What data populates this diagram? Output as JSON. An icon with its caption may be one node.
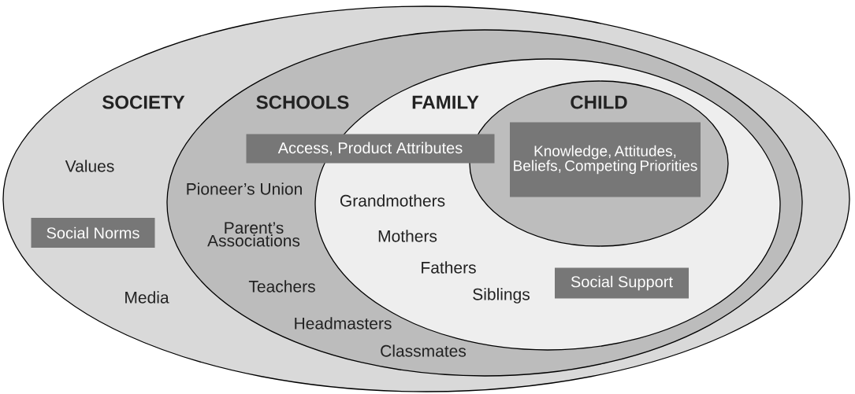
{
  "diagram": {
    "nodes": [
      {
        "text": [
          "SOCIETY",
          "Values",
          "Media"
        ]
      },
      {
        "text": [
          "Social Norms"
        ],
        "in": 0
      },
      {
        "text": [
          "SCHOOLS",
          "Pioneer’s Union",
          "Parent’s Associations",
          "Teachers",
          "Headmasters",
          "Classmates"
        ],
        "in": 0
      },
      {
        "text": [
          "Access, Product Attributes"
        ],
        "in": 2
      },
      {
        "text": [
          "FAMILY",
          "Grandmothers",
          "Mothers",
          "Fathers",
          "Siblings"
        ],
        "in": 2
      },
      {
        "text": [
          "CHILD"
        ],
        "in": 4
      },
      {
        "text": [
          "Knowledge, Attitudes, Beliefs, Competing Priorities"
        ],
        "in": 5
      },
      {
        "text": [
          "Social Support"
        ],
        "in": 4
      }
    ]
  }
}
